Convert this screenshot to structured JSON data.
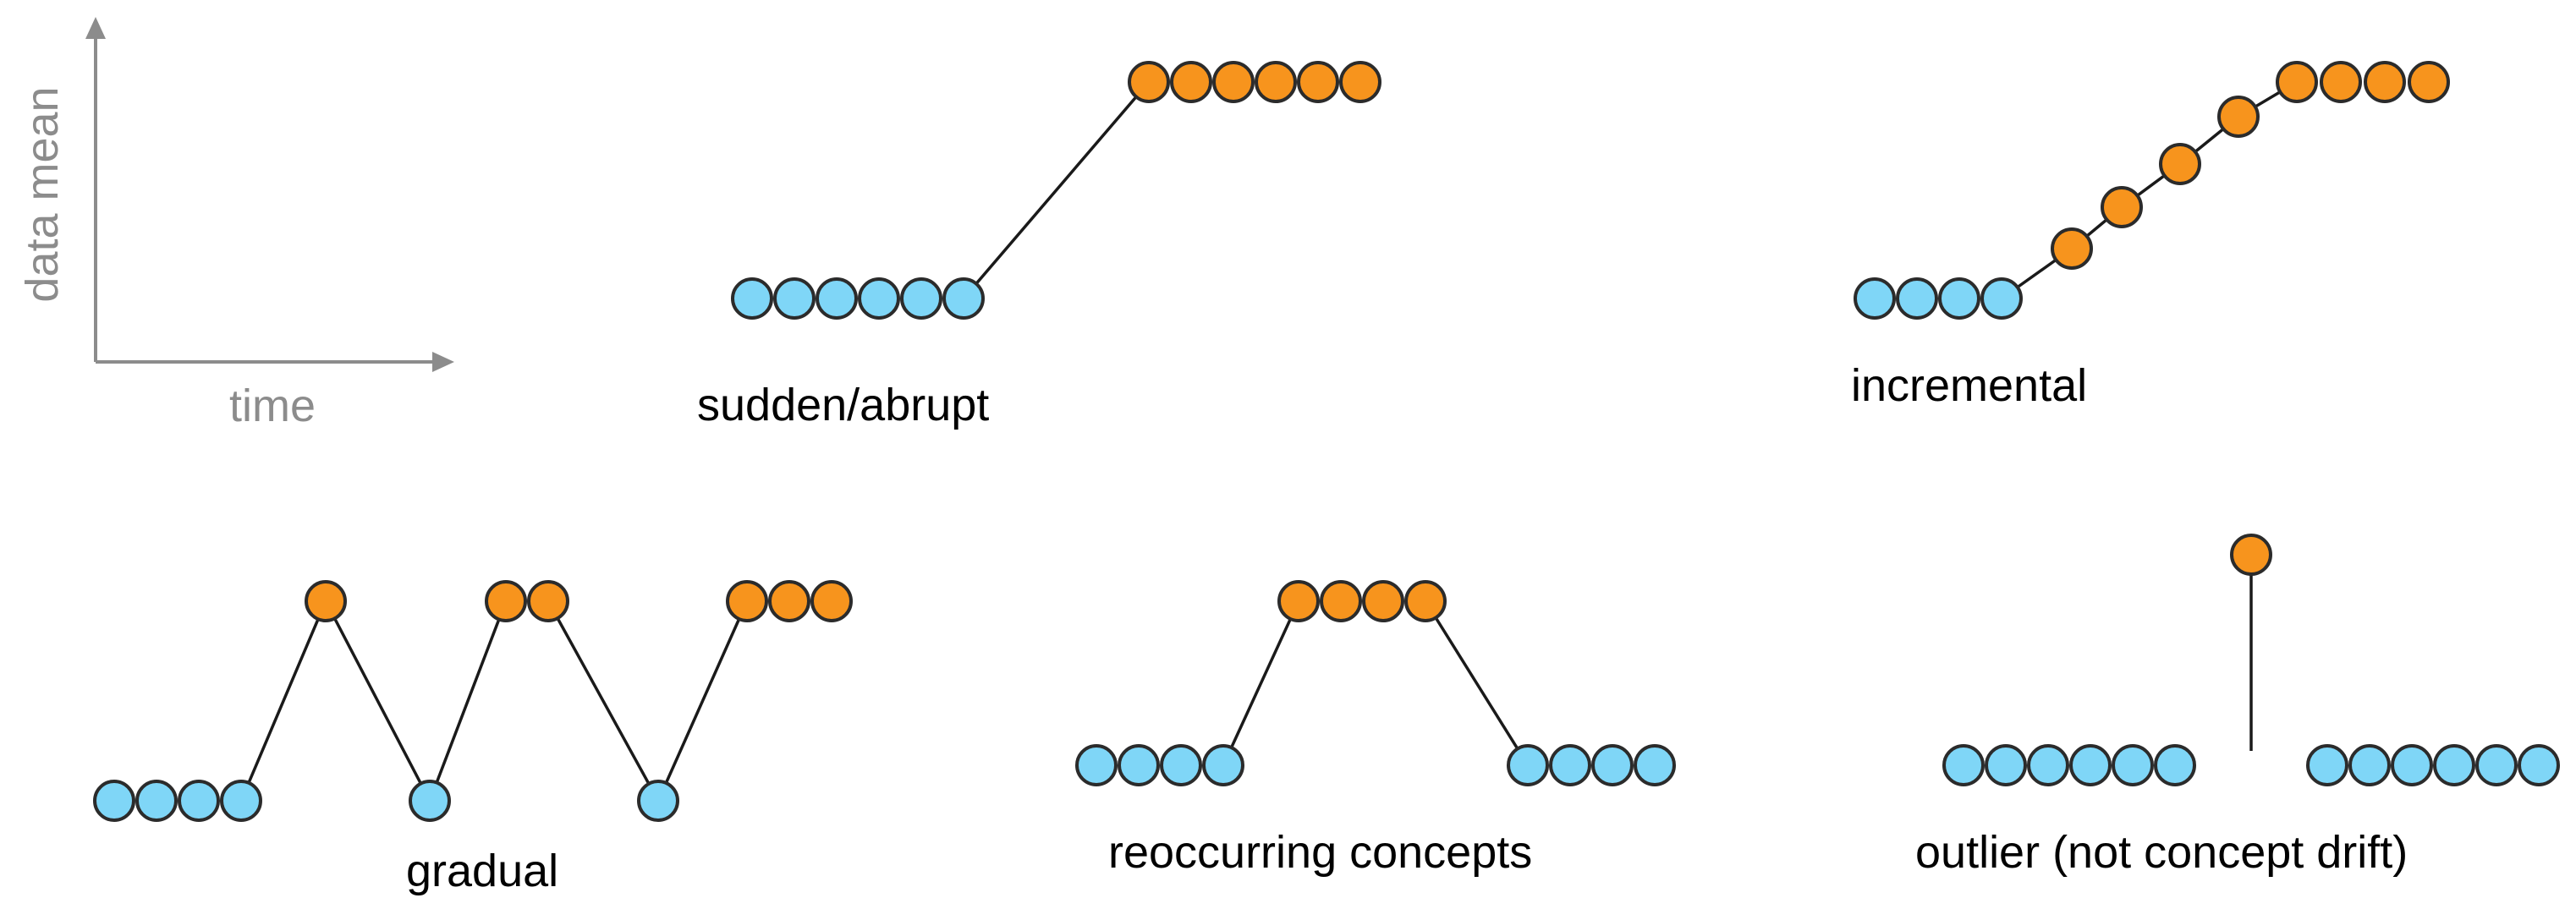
{
  "colors": {
    "low_concept": "#7fd6f7",
    "high_concept": "#f7941d",
    "axis": "#8c8c8c"
  },
  "legend_axes": {
    "x_label": "time",
    "y_label": "data mean"
  },
  "panels": [
    {
      "id": "sudden",
      "label": "sudden/abrupt",
      "sequence": [
        0,
        0,
        0,
        0,
        0,
        0,
        1,
        1,
        1,
        1,
        1,
        1
      ]
    },
    {
      "id": "incremental",
      "label": "incremental",
      "sequence": [
        0,
        0,
        0,
        0,
        0.2,
        0.4,
        0.6,
        0.8,
        1,
        1,
        1,
        1
      ]
    },
    {
      "id": "gradual",
      "label": "gradual",
      "sequence": [
        0,
        0,
        0,
        0,
        1,
        0,
        1,
        1,
        0,
        1,
        1,
        1
      ]
    },
    {
      "id": "reoccurring",
      "label": "reoccurring concepts",
      "sequence": [
        0,
        0,
        0,
        0,
        1,
        1,
        1,
        1,
        0,
        0,
        0,
        0
      ]
    },
    {
      "id": "outlier",
      "label": "outlier (not concept drift)",
      "sequence": [
        0,
        0,
        0,
        0,
        0,
        0,
        1,
        0,
        0,
        0,
        0,
        0,
        0
      ]
    }
  ]
}
